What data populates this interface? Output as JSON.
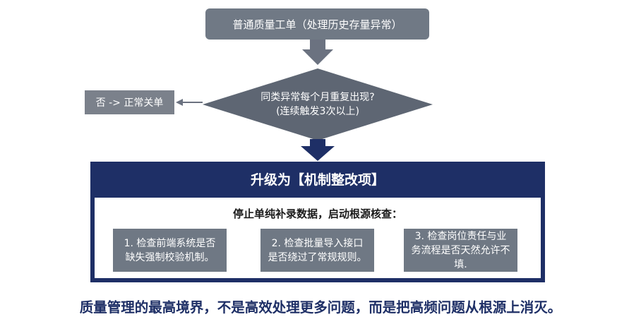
{
  "top_box": {
    "text": "普通质量工单（处理历史存量异常）"
  },
  "decision": {
    "line1": "同类异常每个月重复出现?",
    "line2": "(连续触发3次以上)"
  },
  "no_branch": {
    "text": "否 -> 正常关单"
  },
  "panel": {
    "title": "升级为【机制整改项】",
    "subtitle": "停止单纯补录数据，启动根源核查：",
    "steps": [
      {
        "text": "1. 检查前端系统是否缺失强制校验机制。"
      },
      {
        "text": "2. 检查批量导入接口是否绕过了常规规则。"
      },
      {
        "text": "3. 检查岗位责任与业务流程是否天然允许不填."
      }
    ]
  },
  "footer": {
    "text": "质量管理的最高境界，不是高效处理更多问题，而是把高频问题从根源上消灭。"
  },
  "colors": {
    "gray_box": "#707985",
    "diamond": "#5e6673",
    "navy": "#1e2f66",
    "gray_arrow": "#6b7280"
  }
}
